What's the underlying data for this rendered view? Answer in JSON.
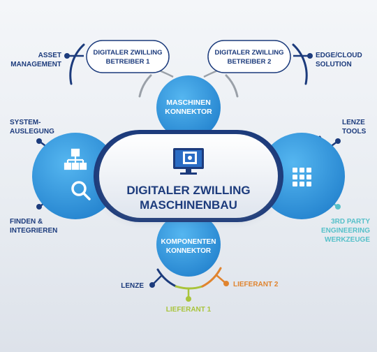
{
  "center": {
    "line1": "DIGITALER ZWILLING",
    "line2": "MASCHINENBAU",
    "icon": "digital-twin-monitor-icon"
  },
  "top_node": {
    "line1": "MASCHINEN",
    "line2": "KONNEKTOR"
  },
  "bottom_node": {
    "line1": "KOMPONENTEN",
    "line2": "KONNEKTOR"
  },
  "pill_left": {
    "line1": "DIGITALER ZWILLING",
    "line2": "BETREIBER 1"
  },
  "pill_right": {
    "line1": "DIGITALER ZWILLING",
    "line2": "BETREIBER 2"
  },
  "left_node": {
    "icons": [
      "network-hierarchy-icon",
      "magnifier-icon"
    ]
  },
  "right_node": {
    "icon": "grid-tiles-icon"
  },
  "labels": {
    "asset_management": {
      "line1": "ASSET",
      "line2": "MANAGEMENT"
    },
    "edge_cloud": {
      "line1": "EDGE/CLOUD",
      "line2": "SOLUTION"
    },
    "system_auslegung": {
      "line1": "SYSTEM-",
      "line2": "AUSLEGUNG"
    },
    "finden": {
      "line1": "FINDEN &",
      "line2": "INTEGRIEREN"
    },
    "lenze_tools": {
      "line1": "LENZE",
      "line2": "TOOLS"
    },
    "third_party": {
      "line1": "3RD PARTY",
      "line2": "ENGINEERING",
      "line3": "WERKZEUGE"
    },
    "lenze": "LENZE",
    "lieferant_1": "LIEFERANT 1",
    "lieferant_2": "LIEFERANT 2"
  },
  "colors": {
    "navy": "#1c3b7c",
    "blue": "#2a8ed6",
    "light_blue": "#3aa0e2",
    "teal": "#56c0c9",
    "green": "#a9c43b",
    "orange": "#e0842f",
    "gray": "#9aa0a8"
  }
}
